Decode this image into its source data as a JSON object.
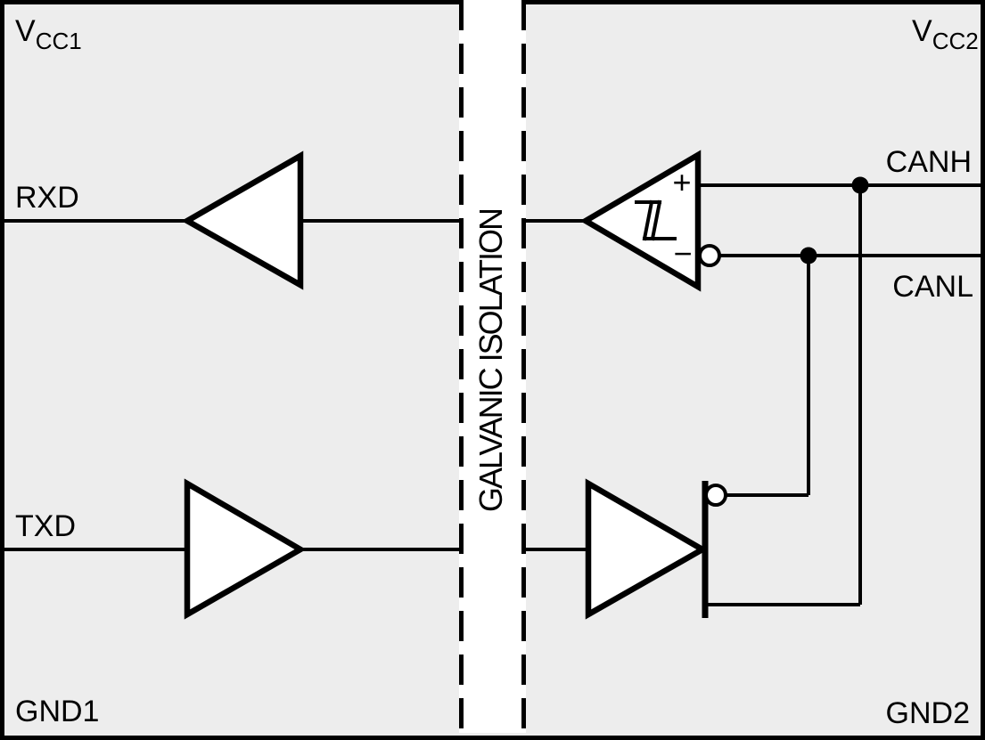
{
  "diagram": {
    "colors": {
      "background": "#EDEDED",
      "line": "#000000",
      "component_fill": "#FFFFFF",
      "isolation_strip": "#FFFFFF"
    },
    "left_side": {
      "supply_label": {
        "main": "V",
        "sub": "CC1"
      },
      "ground_label": "GND1",
      "rxd_label": "RXD",
      "txd_label": "TXD"
    },
    "barrier": {
      "label": "GALVANIC ISOLATION"
    },
    "right_side": {
      "supply_label": {
        "main": "V",
        "sub": "CC2"
      },
      "ground_label": "GND2",
      "canh_label": "CANH",
      "canl_label": "CANL",
      "receiver_plus_label": "+",
      "receiver_minus_label": "−"
    }
  }
}
